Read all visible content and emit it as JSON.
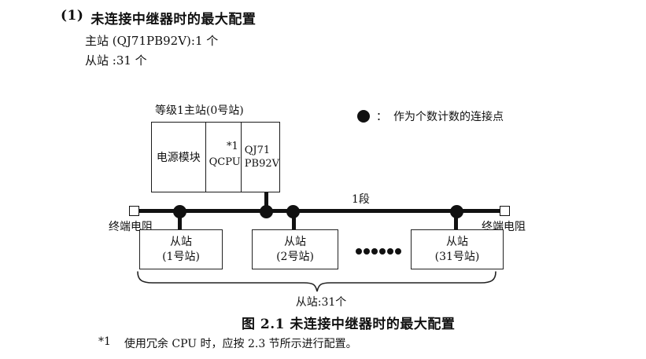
{
  "heading": {
    "number": "(1)",
    "text": "未连接中继器时的最大配置"
  },
  "specs": {
    "master": "主站 (QJ71PB92V):1 个",
    "slaves": "从站 :31 个"
  },
  "master_station": {
    "label": "等级1主站(0号站)",
    "power_module": "电源模块",
    "cpu": "QCPU",
    "cpu_footnote_ref": "*1",
    "module_line1": "QJ71",
    "module_line2": "PB92V"
  },
  "legend": {
    "colon": "：",
    "text": "作为个数计数的连接点"
  },
  "bus": {
    "segment_label": "1段",
    "left_terminator": "终端电阻",
    "right_terminator": "终端电阻"
  },
  "slaves": [
    {
      "line1": "从站",
      "line2": "(1号站)"
    },
    {
      "line1": "从站",
      "line2": "(2号站)"
    },
    {
      "line1": "从站",
      "line2": "(31号站)"
    }
  ],
  "brace_label": "从站:31个",
  "caption": "图 2.1 未连接中继器时的最大配置",
  "footnote": {
    "marker": "*1",
    "text": "使用冗余 CPU 时，应按 2.3 节所示进行配置。"
  },
  "colors": {
    "ink": "#111111",
    "background": "#ffffff"
  }
}
